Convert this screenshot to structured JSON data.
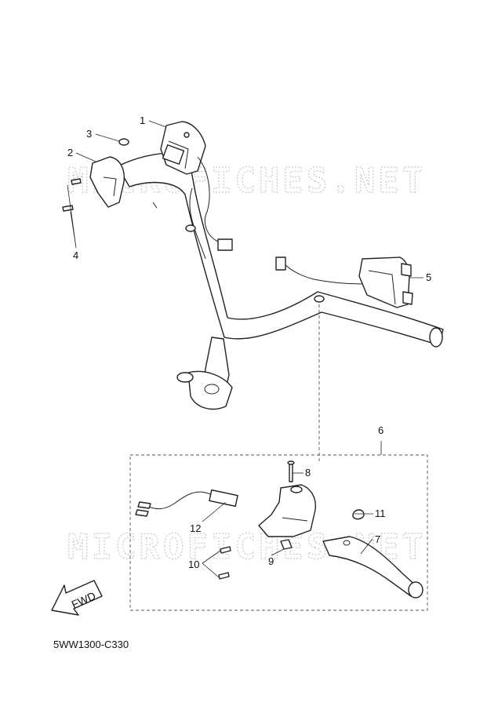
{
  "watermark": "MICROFICHES.NET",
  "fwd_label": "FWD",
  "reference_code": "5WW1300-C330",
  "callouts": [
    "1",
    "2",
    "3",
    "4",
    "5",
    "6",
    "7",
    "8",
    "9",
    "10",
    "11",
    "12"
  ],
  "colors": {
    "line": "#222222",
    "watermark": "#c9c9c9",
    "background": "#ffffff"
  }
}
